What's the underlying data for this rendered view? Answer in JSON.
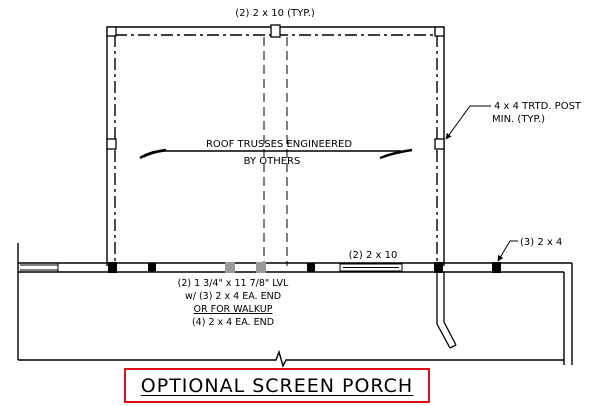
{
  "labels": {
    "top_beam": "(2) 2 x 10 (TYP.)",
    "post_line1": "4 x 4 TRTD. POST",
    "post_line2": "MIN. (TYP.)",
    "trusses_line1": "ROOF TRUSSES ENGINEERED",
    "trusses_line2": "BY OTHERS",
    "header_right": "(2) 2 x 10",
    "header_far_right": "(3) 2 x 4",
    "lvl_line1": "(2) 1 3/4\" x 11 7/8\" LVL",
    "lvl_line2": "w/ (3) 2 x 4 EA. END",
    "lvl_line3": "OR FOR WALKUP",
    "lvl_line4": "(4) 2 x 4 EA. END"
  },
  "title": "OPTIONAL SCREEN PORCH",
  "colors": {
    "line": "#000000",
    "title_border": "#e0101a",
    "beam_fill": "#9a9a9a"
  }
}
